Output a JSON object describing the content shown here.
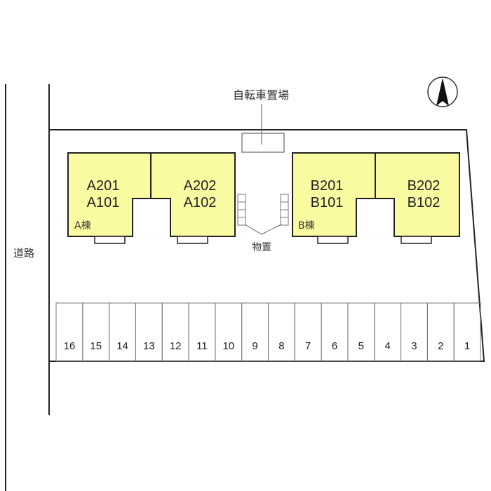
{
  "labels": {
    "road": "道路",
    "bicycle_parking": "自転車置場",
    "storage": "物置"
  },
  "buildings": [
    {
      "name": "A棟",
      "units": [
        [
          "A201",
          "A101"
        ],
        [
          "A202",
          "A102"
        ]
      ]
    },
    {
      "name": "B棟",
      "units": [
        [
          "B201",
          "B101"
        ],
        [
          "B202",
          "B102"
        ]
      ]
    }
  ],
  "parking_spaces": [
    "16",
    "15",
    "14",
    "13",
    "12",
    "11",
    "10",
    "9",
    "8",
    "7",
    "6",
    "5",
    "4",
    "3",
    "2",
    "1"
  ],
  "compass": "north-arrow-icon",
  "colors": {
    "building_fill": "#fafaa0",
    "line": "#222222"
  }
}
